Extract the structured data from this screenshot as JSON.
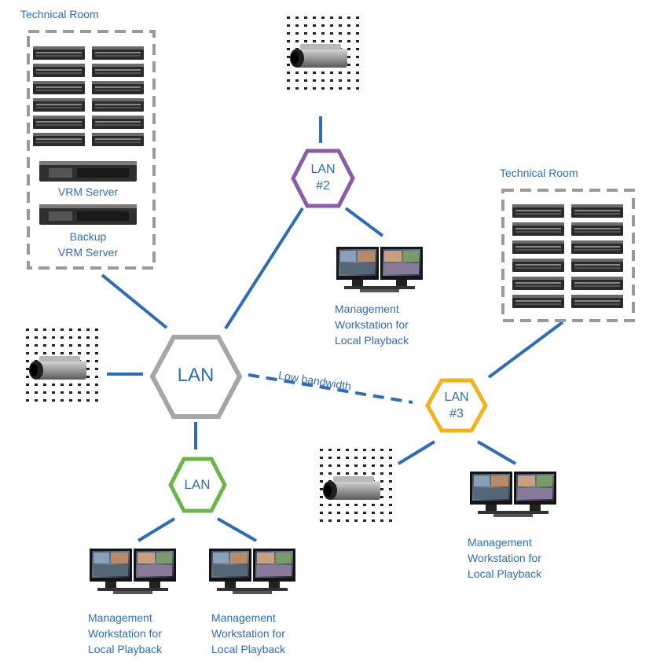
{
  "rooms": [
    {
      "label": "Technical Room"
    },
    {
      "label": "Technical Room"
    }
  ],
  "servers": {
    "vrm": "VRM Server",
    "backup_line1": "Backup",
    "backup_line2": "VRM Server"
  },
  "hubs": {
    "main": "LAN",
    "lan2_line1": "LAN",
    "lan2_line2": "#2",
    "lan3_line1": "LAN",
    "lan3_line2": "#3",
    "local": "LAN"
  },
  "link_label": "Low bandwidth",
  "workstation": {
    "line1": "Management",
    "line2": "Workstation for",
    "line3": "Local Playback"
  },
  "colors": {
    "line": "#2e6db3",
    "main_hex": "#a6a6a6",
    "lan2_hex": "#8b5ca8",
    "lan3_hex": "#f2b21c",
    "local_hex": "#6ab64a",
    "room_border": "#9a9a9a"
  }
}
